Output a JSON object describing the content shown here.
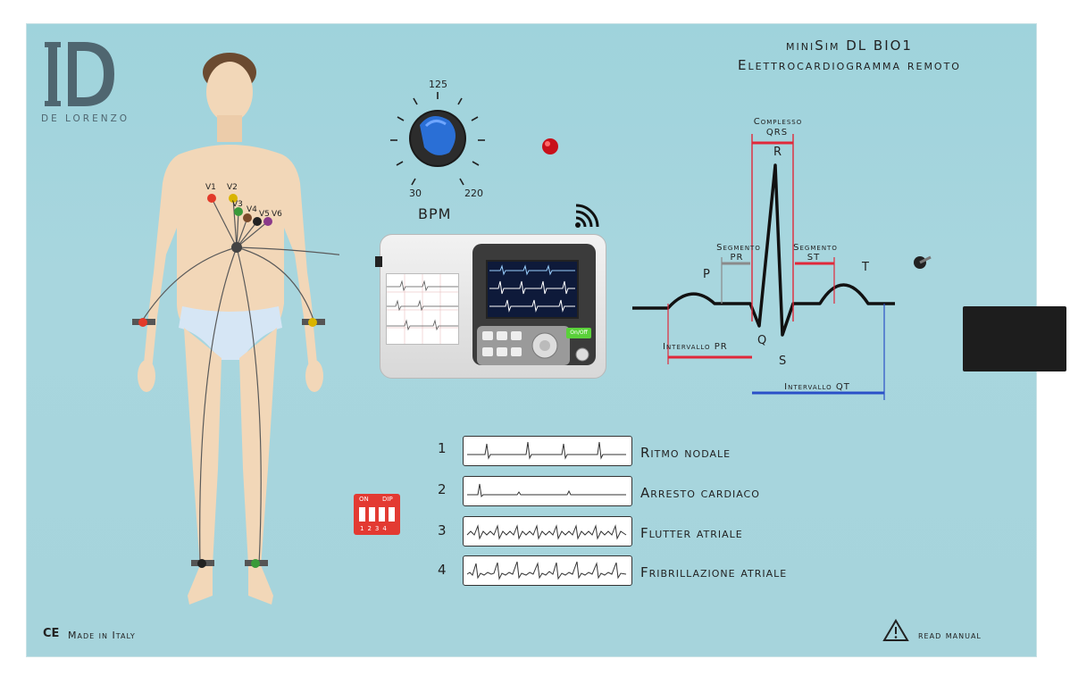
{
  "panel": {
    "brand": "DE LORENZO",
    "title_line1": "miniSim DL BIO1",
    "title_line2": "Elettrocardiogramma remoto"
  },
  "knob": {
    "label": "BPM",
    "scale_min": "30",
    "scale_mid": "125",
    "scale_max": "220"
  },
  "body_diagram": {
    "electrodes": [
      "V1",
      "V2",
      "V3",
      "V4",
      "V5",
      "V6"
    ]
  },
  "device": {
    "button_label": "On/Off"
  },
  "ecg_wave": {
    "labels": {
      "p": "P",
      "q": "Q",
      "r": "R",
      "s": "S",
      "t": "T",
      "qrs_title": "Complesso",
      "qrs_sub": "QRS",
      "pr_seg_title": "Segmento",
      "pr_seg_sub": "PR",
      "st_seg_title": "Segmento",
      "st_seg_sub": "ST",
      "pr_interval": "Intervallo PR",
      "qt_interval": "Intervallo QT"
    },
    "colors": {
      "red": "#e0283a",
      "blue": "#2a50c8",
      "trace": "#111111"
    }
  },
  "dip_switch": {
    "on_label": "ON",
    "dip_label": "DIP",
    "positions": "1234"
  },
  "rhythms": [
    {
      "number": "1",
      "label": "Ritmo nodale"
    },
    {
      "number": "2",
      "label": "Arresto cardiaco"
    },
    {
      "number": "3",
      "label": "Flutter atriale"
    },
    {
      "number": "4",
      "label": "Fribrillazione atriale"
    }
  ],
  "footer": {
    "ce_mark": "CE",
    "made_in": "Made in Italy",
    "read_manual": "read manual"
  }
}
